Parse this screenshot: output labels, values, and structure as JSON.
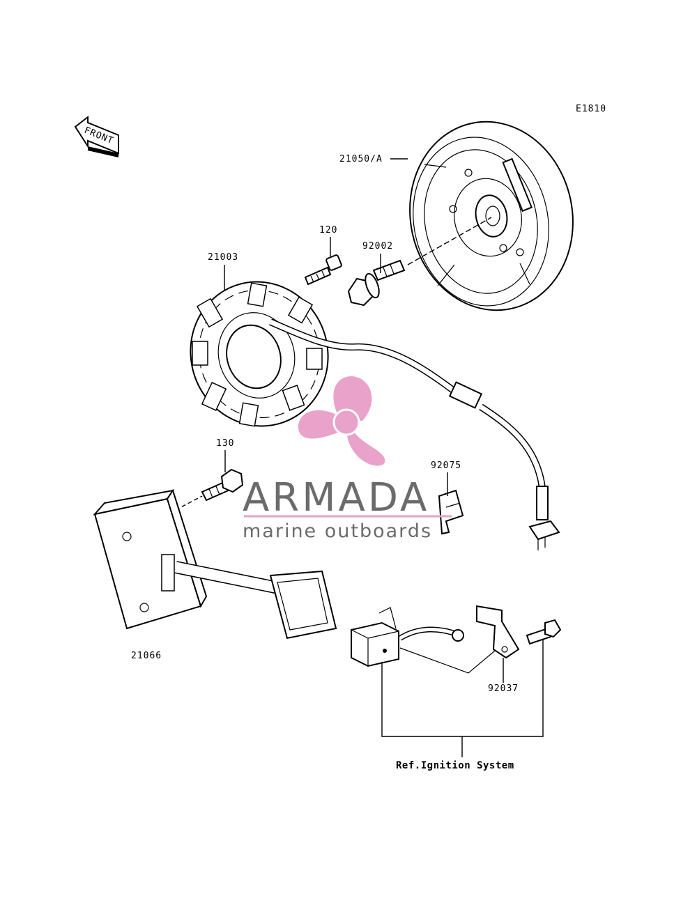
{
  "diagram_code": "E1810",
  "front_label": "FRONT",
  "parts": {
    "flywheel": "21050/A",
    "bolt_120": "120",
    "bolt_92002": "92002",
    "stator": "21003",
    "bolt_130": "130",
    "clamp_92075": "92075",
    "regulator": "21066",
    "bracket_92037": "92037"
  },
  "reference_note": "Ref.Ignition System",
  "watermark": {
    "brand": "ARMADA",
    "tagline": "marine outboards",
    "color_brand": "#6b6b6b",
    "color_logo": "#e9a2c9",
    "color_tagline_line": "#e9a2c9"
  }
}
